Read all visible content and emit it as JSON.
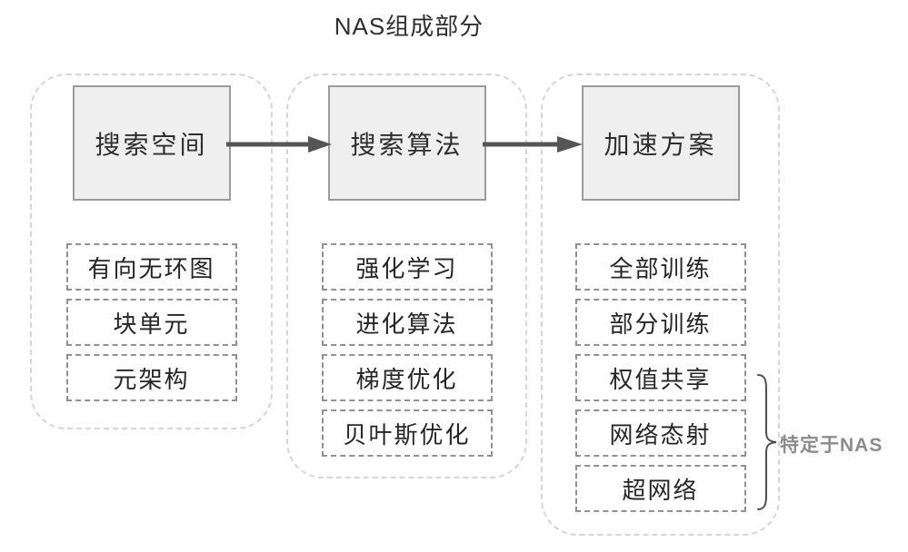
{
  "title": "NAS组成部分",
  "columns": [
    {
      "header": "搜索空间",
      "items": [
        "有向无环图",
        "块单元",
        "元架构"
      ]
    },
    {
      "header": "搜索算法",
      "items": [
        "强化学习",
        "进化算法",
        "梯度优化",
        "贝叶斯优化"
      ]
    },
    {
      "header": "加速方案",
      "items": [
        "全部训练",
        "部分训练",
        "权值共享",
        "网络态射",
        "超网络"
      ]
    }
  ],
  "annotation": {
    "label": "特定于NAS",
    "brace_items": [
      "权值共享",
      "网络态射",
      "超网络"
    ]
  },
  "colors": {
    "box_fill": "#efefef",
    "box_border": "#9b9b9b",
    "item_border": "#919191",
    "group_border": "#d6d6d6",
    "arrow": "#555555",
    "brace": "#4f4f4f",
    "annotation_text": "#8c8c8c",
    "text": "#2f2f2f"
  }
}
